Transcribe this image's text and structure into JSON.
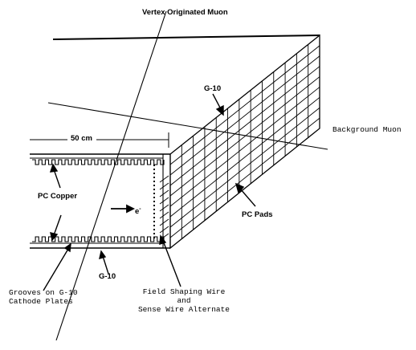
{
  "labels": {
    "vertex_muon": "Vertex Originated Muon",
    "g10_top": "G-10",
    "background_muon": "Background Muon",
    "length": "50 cm",
    "pc_copper": "PC Copper",
    "electron": "e",
    "electron_sup": "-",
    "pc_pads": "PC Pads",
    "g10_bottom": "G-10",
    "grooves_line1": "Grooves on G-10",
    "grooves_line2": "Cathode Plates",
    "field_line1": "Field Shaping Wire",
    "field_line2": "and",
    "field_line3": "Sense Wire Alternate"
  }
}
